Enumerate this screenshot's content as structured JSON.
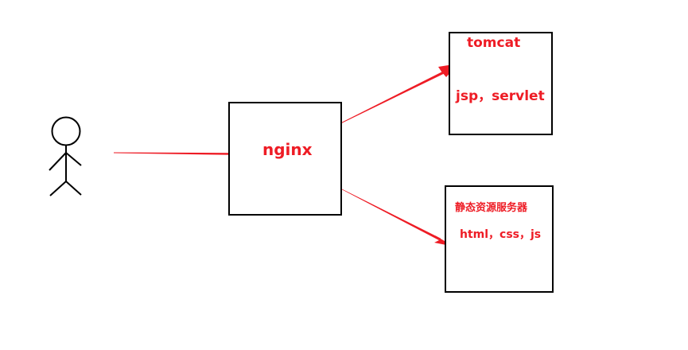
{
  "colors": {
    "accent": "#ee1c25",
    "stroke": "#000000",
    "background": "#ffffff"
  },
  "nodes": {
    "user": {
      "icon": "person-icon"
    },
    "nginx": {
      "label": "nginx"
    },
    "tomcat": {
      "title": "tomcat",
      "content": "jsp，servlet"
    },
    "static_server": {
      "title": "静态资源服务器",
      "content": "html，css，js"
    }
  },
  "edges": [
    {
      "from": "user",
      "to": "nginx"
    },
    {
      "from": "nginx",
      "to": "tomcat"
    },
    {
      "from": "nginx",
      "to": "static_server"
    }
  ]
}
